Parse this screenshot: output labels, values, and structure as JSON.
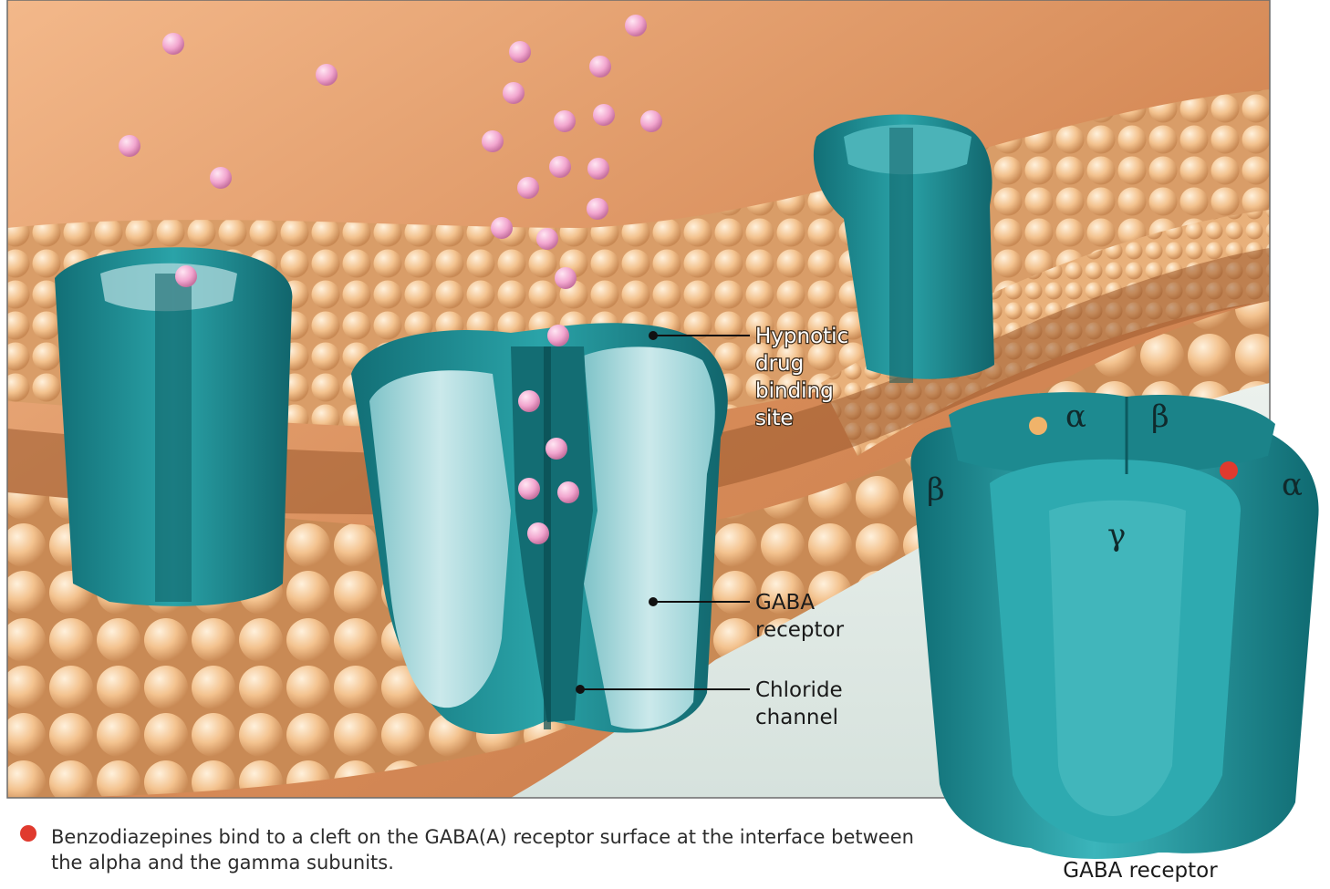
{
  "labels": {
    "hypnotic_binding_site": [
      "Hypnotic",
      "drug",
      "binding",
      "site"
    ],
    "gaba_receptor": [
      "GABA",
      "receptor"
    ],
    "chloride_channel": [
      "Chloride",
      "channel"
    ]
  },
  "subunits": {
    "alpha_top": "α",
    "beta_top": "β",
    "beta_left": "β",
    "alpha_right": "α",
    "gamma": "γ"
  },
  "caption": "Benzodiazepines bind to a cleft on the GABA(A) receptor surface at the interface between the alpha and the gamma subunits.",
  "receptor_caption": "GABA receptor",
  "colors": {
    "extracellular": "#c98352",
    "intracellular": "#dfe8e4",
    "lipid": "#f3c28e",
    "receptor_dark": "#1f8a90",
    "receptor_light": "#a9d6d9",
    "gaba_molecule": "#f2a6cf",
    "benzodiazepine_marker": "#e03a2e",
    "hypnotic_marker": "#f0b36a"
  }
}
